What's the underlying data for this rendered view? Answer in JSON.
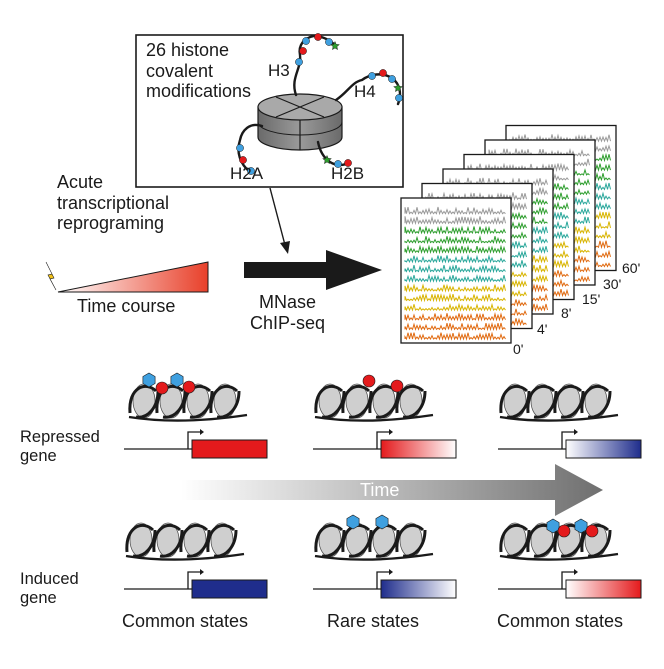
{
  "top_box": {
    "title_lines": [
      "26 histone",
      "covalent",
      "modifications"
    ],
    "labels": {
      "h3": "H3",
      "h4": "H4",
      "h2a": "H2A",
      "h2b": "H2B"
    }
  },
  "left_panel": {
    "lines": [
      "Acute",
      "transcriptional",
      "reprograming"
    ],
    "time_course_label": "Time course"
  },
  "method": {
    "line1": "MNase",
    "line2": "ChIP-seq"
  },
  "timepoints": [
    "0'",
    "4'",
    "8'",
    "15'",
    "30'",
    "60'"
  ],
  "bottom": {
    "repressed_lines": [
      "Repressed",
      "gene"
    ],
    "induced_lines": [
      "Induced",
      "gene"
    ],
    "time_label": "Time",
    "states": [
      "Common states",
      "Rare states",
      "Common states"
    ]
  },
  "colors": {
    "red": "#e41a1c",
    "blue": "#1f2d8c",
    "marker_blue": "#3fa0e0",
    "marker_red": "#e41a1c",
    "green": "#2e9e2e",
    "teal": "#2aa79b",
    "yellow": "#d8b400",
    "orange": "#e06a10"
  }
}
